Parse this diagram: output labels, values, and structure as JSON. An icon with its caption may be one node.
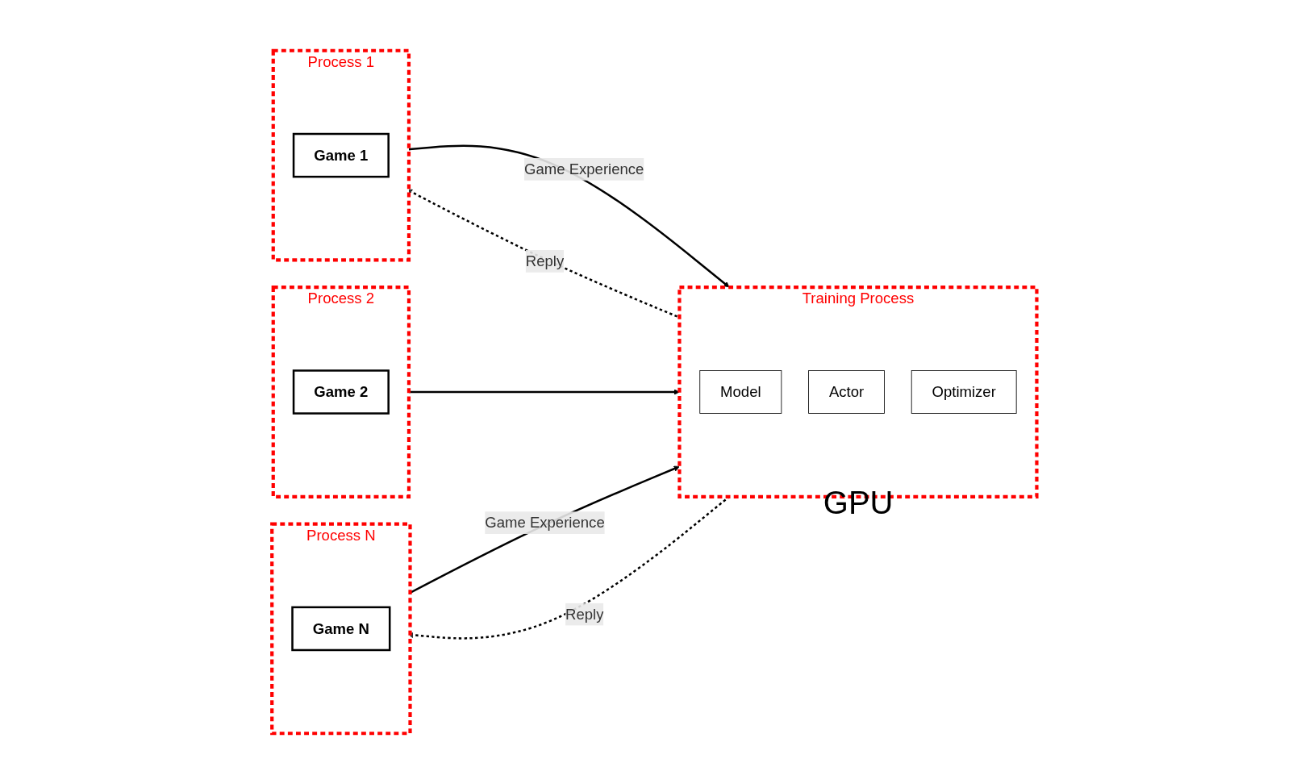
{
  "diagram": {
    "nodes": [
      {
        "text": [
          "Process 1"
        ]
      },
      {
        "text": [
          "Game 1"
        ],
        "in": 0
      },
      {
        "text": [
          "Process 2"
        ]
      },
      {
        "text": [
          "Game 2"
        ],
        "in": 2
      },
      {
        "text": [
          "Process N"
        ]
      },
      {
        "text": [
          "Game N"
        ],
        "in": 4
      },
      {
        "text": [
          "Training Process"
        ],
        "beside": [
          "GPU"
        ]
      },
      {
        "text": [
          "Model"
        ],
        "in": 6
      },
      {
        "text": [
          "Actor"
        ],
        "in": 6
      },
      {
        "text": [
          "Optimizer"
        ],
        "in": 6
      }
    ],
    "edges": [
      {
        "from": 0,
        "to": 6,
        "arrow": "to",
        "label": "Game Experience"
      },
      {
        "from": 6,
        "to": 0,
        "arrow": "to",
        "label": "Reply",
        "style": "dashed"
      },
      {
        "from": 2,
        "to": 6,
        "arrow": "to"
      },
      {
        "from": 4,
        "to": 6,
        "arrow": "to",
        "label": "Game Experience"
      },
      {
        "from": 6,
        "to": 4,
        "arrow": "to",
        "label": "Reply",
        "style": "dashed"
      }
    ]
  }
}
